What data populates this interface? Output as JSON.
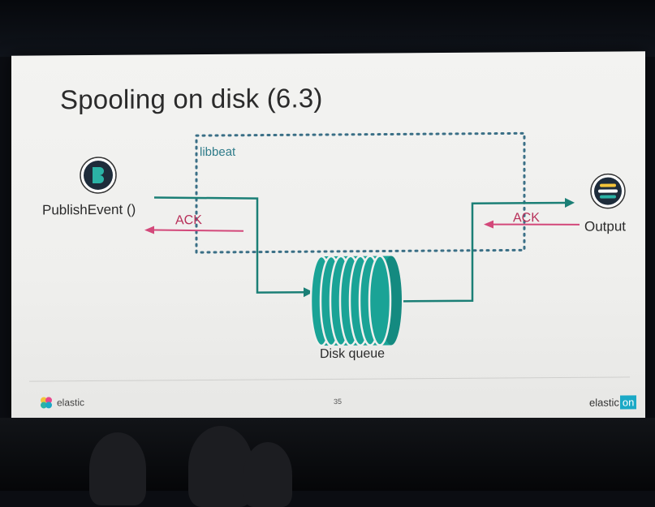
{
  "slide": {
    "title": "Spooling on disk (6.3)",
    "libbeat_label": "libbeat",
    "publish_label": "PublishEvent ()",
    "output_label": "Output",
    "ack_left": "ACK",
    "ack_right": "ACK",
    "disk_label": "Disk queue",
    "page_number": "35",
    "brand_left": "elastic",
    "brand_right_a": "elastic",
    "brand_right_b": "on",
    "icons": [
      "beats-logo-icon",
      "elasticsearch-logo-icon",
      "disk-queue-icon",
      "elastic-logo-icon"
    ]
  },
  "colors": {
    "flow": "#1b7f76",
    "ack": "#d3487a",
    "dotted": "#3a6f86",
    "disk": "#1aa396",
    "title_text": "#2b2b2b"
  }
}
